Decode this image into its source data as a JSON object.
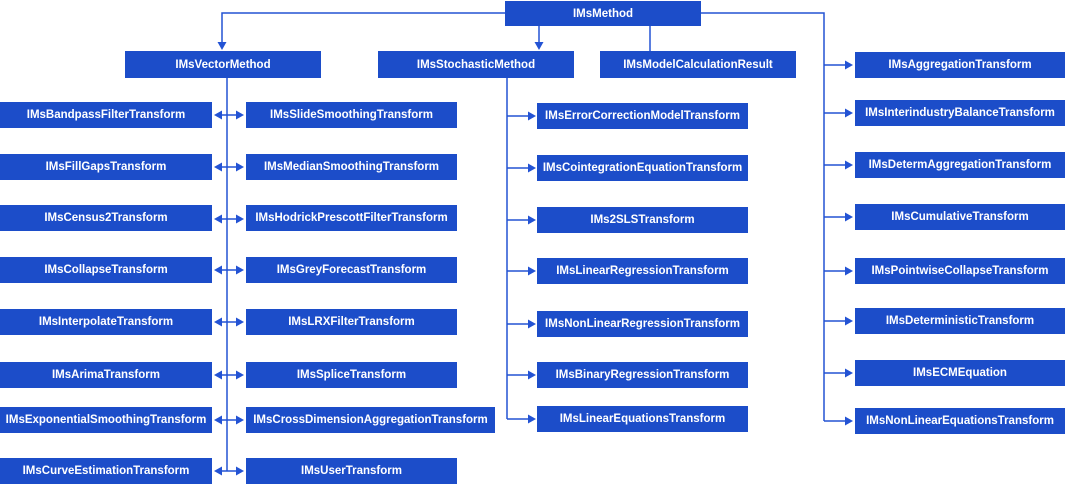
{
  "nodes": {
    "root": "IMsMethod",
    "vector_method": "IMsVectorMethod",
    "stochastic_method": "IMsStochasticMethod",
    "model_calculation_result": "IMsModelCalculationResult",
    "vector_transforms_col1": [
      "IMsBandpassFilterTransform",
      "IMsFillGapsTransform",
      "IMsCensus2Transform",
      "IMsCollapseTransform",
      "IMsInterpolateTransform",
      "IMsArimaTransform",
      "IMsExponentialSmoothingTransform",
      "IMsCurveEstimationTransform"
    ],
    "vector_transforms_col2": [
      "IMsSlideSmoothingTransform",
      "IMsMedianSmoothingTransform",
      "IMsHodrickPrescottFilterTransform",
      "IMsGreyForecastTransform",
      "IMsLRXFilterTransform",
      "IMsSpliceTransform",
      "IMsCrossDimensionAggregationTransform",
      "IMsUserTransform"
    ],
    "stochastic_transforms": [
      "IMsErrorCorrectionModelTransform",
      "IMsCointegrationEquationTransform",
      "IMs2SLSTransform",
      "IMsLinearRegressionTransform",
      "IMsNonLinearRegressionTransform",
      "IMsBinaryRegressionTransform",
      "IMsLinearEquationsTransform"
    ],
    "method_transforms": [
      "IMsAggregationTransform",
      "IMsInterindustryBalanceTransform",
      "IMsDetermAggregationTransform",
      "IMsCumulativeTransform",
      "IMsPointwiseCollapseTransform",
      "IMsDeterministicTransform",
      "IMsECMEquation",
      "IMsNonLinearEquationsTransform"
    ]
  },
  "colors": {
    "node_fill": "#1c4dc9",
    "node_text": "#ffffff",
    "connector": "#2353d4"
  }
}
